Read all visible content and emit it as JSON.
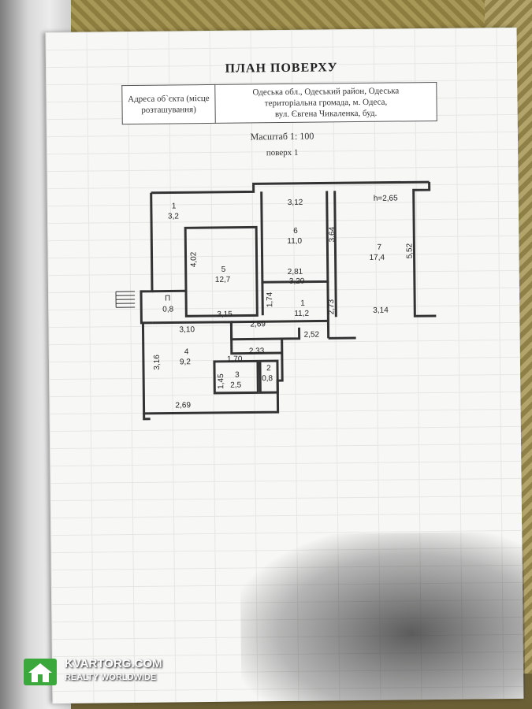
{
  "document": {
    "title": "ПЛАН ПОВЕРХУ",
    "address_label": "Адреса об`єкта (місце розташування)",
    "address_line1": "Одеська обл., Одеський район, Одеська",
    "address_line2": "територіальна громада, м. Одеса,",
    "address_line3": "вул. Євгена Чикаленка, буд.",
    "scale": "Масштаб 1: 100",
    "floor": "поверх 1"
  },
  "rooms": [
    {
      "num": "1",
      "area": "3,2"
    },
    {
      "num": "5",
      "area": "12,7"
    },
    {
      "num": "6",
      "area": "11,0"
    },
    {
      "num": "7",
      "area": "17,4"
    },
    {
      "num": "П",
      "area": "0,8"
    },
    {
      "num": "1",
      "area": "11,2"
    },
    {
      "num": "4",
      "area": "9,2"
    },
    {
      "num": "3",
      "area": "2,5"
    },
    {
      "num": "2",
      "area": "0,8"
    }
  ],
  "dimensions": {
    "d312": "3,12",
    "h265": "h=2,65",
    "d402": "4,02",
    "d364": "3,64",
    "d552": "5,52",
    "d281": "2,81",
    "d320": "3,20",
    "d174": "1,74",
    "d273": "2,73",
    "d314": "3,14",
    "d315": "3,15",
    "d269a": "2,69",
    "d310": "3,10",
    "d252": "2,52",
    "d233": "2,33",
    "d316": "3,16",
    "d170": "1,70",
    "d145": "1,45",
    "d269b": "2,69"
  },
  "watermark": {
    "brand": "KVARTORG.COM",
    "tagline": "REALTY WORLDWIDE",
    "icon": "house-icon"
  },
  "colors": {
    "brand_green": "#3aa83a"
  }
}
